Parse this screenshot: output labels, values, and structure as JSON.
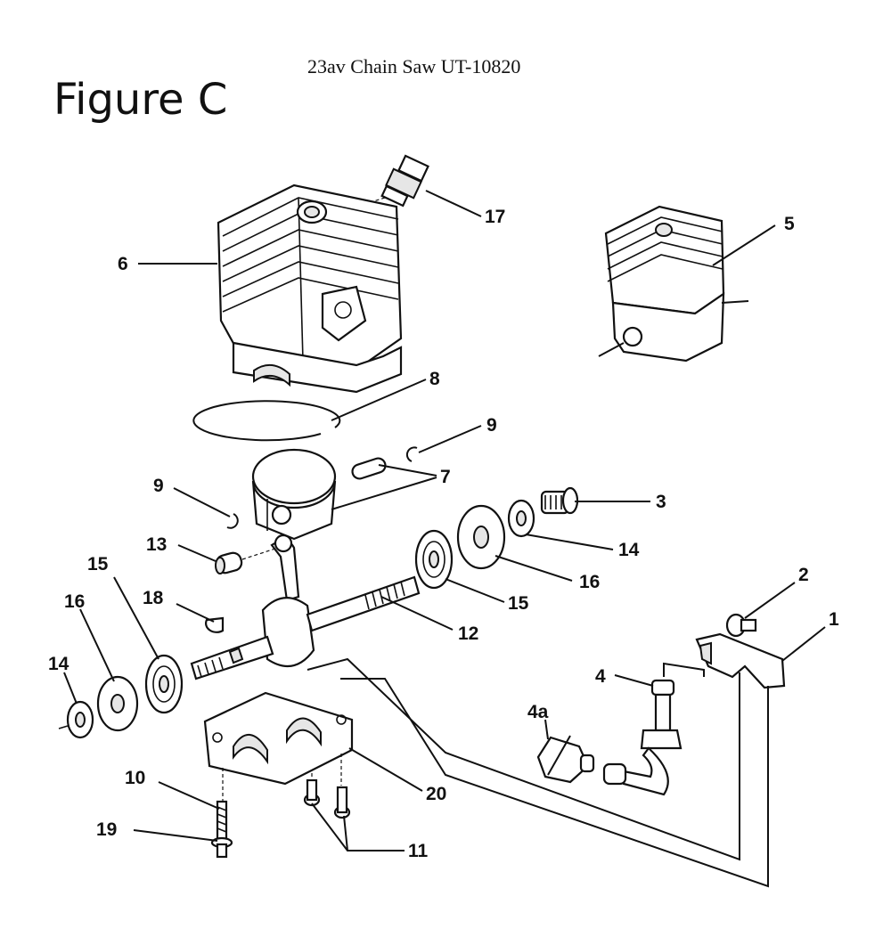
{
  "header": {
    "title": "23av Chain Saw UT-10820",
    "figure_label": "Figure C"
  },
  "callouts": {
    "c1": "1",
    "c2": "2",
    "c3": "3",
    "c4": "4",
    "c4a": "4a",
    "c5": "5",
    "c6": "6",
    "c7": "7",
    "c8": "8",
    "c9a": "9",
    "c9b": "9",
    "c10": "10",
    "c11": "11",
    "c12": "12",
    "c13": "13",
    "c14a": "14",
    "c14b": "14",
    "c15a": "15",
    "c15b": "15",
    "c16a": "16",
    "c16b": "16",
    "c17": "17",
    "c18": "18",
    "c19": "19",
    "c20": "20"
  }
}
